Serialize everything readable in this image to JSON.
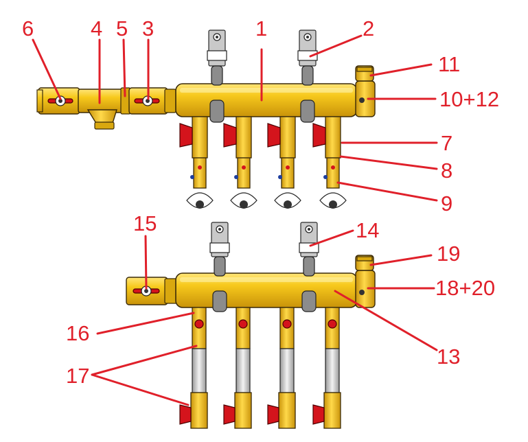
{
  "labels": {
    "l1": "1",
    "l2": "2",
    "l3": "3",
    "l4": "4",
    "l5": "5",
    "l6": "6",
    "l7": "7",
    "l8": "8",
    "l9": "9",
    "l10_12": "10+12",
    "l11": "11",
    "l13": "13",
    "l14": "14",
    "l15": "15",
    "l16": "16",
    "l17": "17",
    "l18_20": "18+20",
    "l19": "19"
  },
  "colors": {
    "label": "#e0202a",
    "brass": "#f2c21b",
    "handle": "#d4141c",
    "steel": "#c9c9c9"
  }
}
